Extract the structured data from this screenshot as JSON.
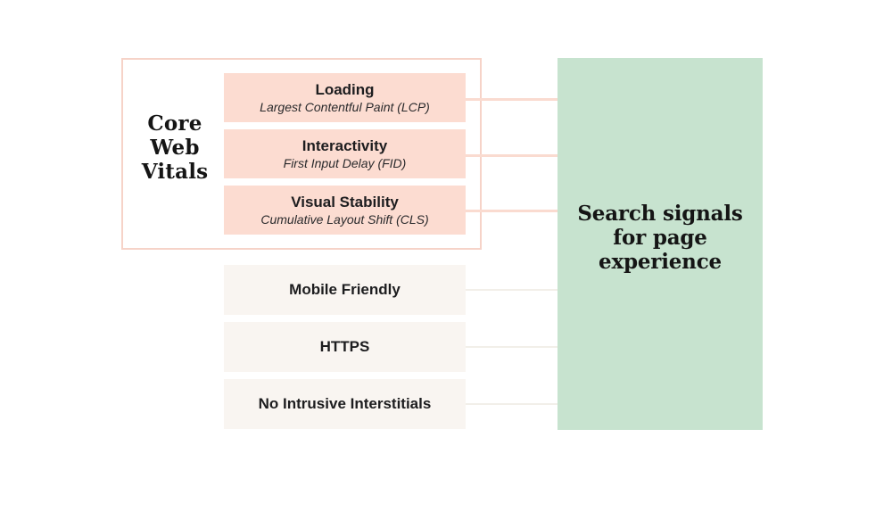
{
  "core_web_vitals": {
    "group_label": "Core Web Vitals",
    "group_label_lines": [
      "Core",
      "Web",
      "Vitals"
    ],
    "items": [
      {
        "title": "Loading",
        "subtitle": "Largest Contentful Paint (LCP)"
      },
      {
        "title": "Interactivity",
        "subtitle": "First Input Delay (FID)"
      },
      {
        "title": "Visual Stability",
        "subtitle": "Cumulative Layout Shift (CLS)"
      }
    ]
  },
  "other_signals": {
    "items": [
      {
        "label": "Mobile Friendly"
      },
      {
        "label": "HTTPS"
      },
      {
        "label": "No Intrusive Interstitials"
      }
    ]
  },
  "result_panel": {
    "title": "Search signals for page experience",
    "title_lines": [
      "Search signals",
      "for page",
      "experience"
    ]
  },
  "colors": {
    "vital_card_fill": "#fcdcd1",
    "group_border": "#f6d3c8",
    "vital_connector": "#fadbd0",
    "signal_card_fill": "#f9f5f1",
    "signal_connector": "#f2efe9",
    "result_panel_fill": "#c7e3cf",
    "text": "#1d1d1f",
    "background": "#ffffff"
  }
}
